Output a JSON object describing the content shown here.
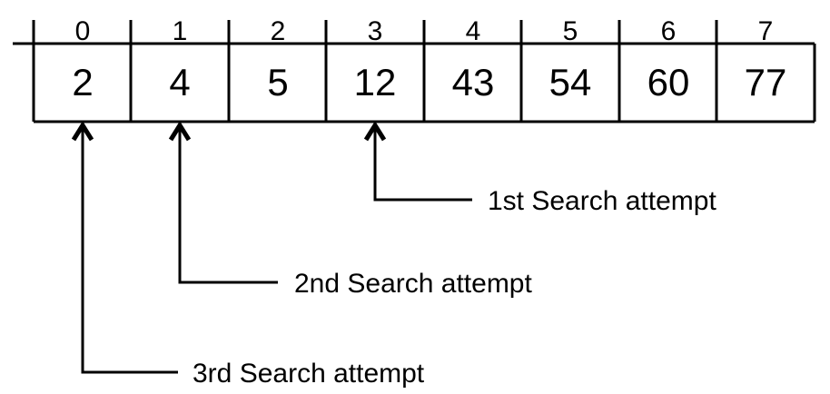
{
  "chart_data": {
    "type": "table",
    "title": "",
    "description": "Binary search illustration over a sorted array",
    "columns": [
      "0",
      "1",
      "2",
      "3",
      "4",
      "5",
      "6",
      "7"
    ],
    "index_labels": [
      "0",
      "1",
      "2",
      "3",
      "4",
      "5",
      "6",
      "7"
    ],
    "values": [
      2,
      4,
      5,
      12,
      43,
      54,
      60,
      77
    ],
    "cells": [
      "2",
      "4",
      "5",
      "12",
      "43",
      "54",
      "60",
      "77"
    ],
    "annotations": [
      {
        "label": "1st Search attempt",
        "target_index": 3,
        "target_value": "12"
      },
      {
        "label": "2nd Search attempt",
        "target_index": 1,
        "target_value": "4"
      },
      {
        "label": "3rd Search attempt",
        "target_index": 0,
        "target_value": "2"
      }
    ],
    "colors": {
      "stroke": "#000000",
      "background": "#ffffff",
      "text": "#000000"
    }
  },
  "table": {
    "index_row": {
      "items": [
        {
          "label": "0"
        },
        {
          "label": "1"
        },
        {
          "label": "2"
        },
        {
          "label": "3"
        },
        {
          "label": "4"
        },
        {
          "label": "5"
        },
        {
          "label": "6"
        },
        {
          "label": "7"
        }
      ]
    },
    "value_row": {
      "items": [
        {
          "label": "2"
        },
        {
          "label": "4"
        },
        {
          "label": "5"
        },
        {
          "label": "12"
        },
        {
          "label": "43"
        },
        {
          "label": "54"
        },
        {
          "label": "60"
        },
        {
          "label": "77"
        }
      ]
    }
  },
  "annotations": {
    "items": [
      {
        "label": "1st Search attempt"
      },
      {
        "label": "2nd Search attempt"
      },
      {
        "label": "3rd Search attempt"
      }
    ]
  }
}
